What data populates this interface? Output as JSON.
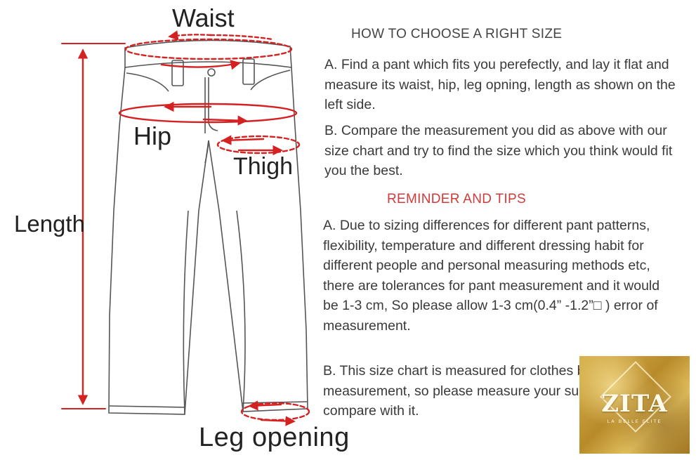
{
  "diagram": {
    "labels": {
      "waist": "Waist",
      "hip": "Hip",
      "thigh": "Thigh",
      "length": "Length",
      "leg_opening": "Leg opening"
    },
    "colors": {
      "outline": "#555555",
      "measure": "#d42222"
    }
  },
  "guide": {
    "heading": "HOW TO CHOOSE A RIGHT SIZE",
    "step_a": "A. Find a pant which fits you perefectly, and lay it flat and measure its waist, hip, leg opning, length as shown on the left side.",
    "step_b": "B. Compare the measurement you did as above with our  size chart and try to find the size which you think would fit you the best.",
    "reminder_heading": "REMINDER AND TIPS",
    "tip_a": "A. Due to sizing differences for different pant patterns, flexibility, temperature and different dressing habit for different people and personal measuring methods etc, there are tolerances for pant measurement and it would be 1-3 cm, So please allow 1-3 cm(0.4” -1.2”□ ) error of measurement.",
    "tip_b": "B. This size chart is measured for clothes but not body measurement, so please measure your suitable pant and compare with it.",
    "reminder_color": "#d23a3a"
  },
  "logo": {
    "brand": "ZITA",
    "tagline": "LA BELLE ELITE"
  }
}
